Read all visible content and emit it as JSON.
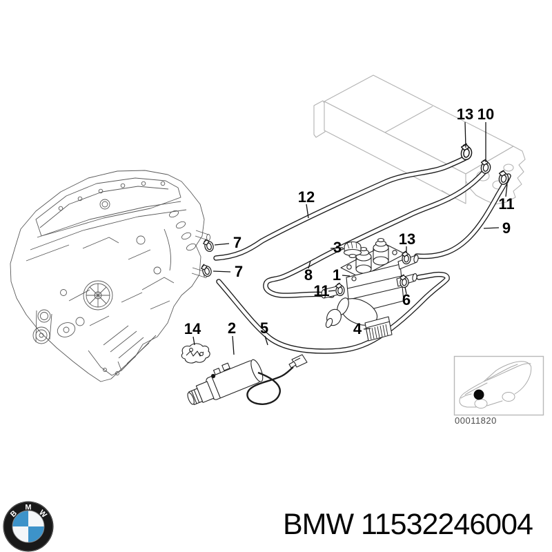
{
  "diagram": {
    "image_code": "00011820",
    "callouts": [
      {
        "label": "13"
      },
      {
        "label": "10"
      },
      {
        "label": "11"
      },
      {
        "label": "9"
      },
      {
        "label": "12"
      },
      {
        "label": "7"
      },
      {
        "label": "7"
      },
      {
        "label": "3"
      },
      {
        "label": "13"
      },
      {
        "label": "8"
      },
      {
        "label": "1"
      },
      {
        "label": "11"
      },
      {
        "label": "6"
      },
      {
        "label": "4"
      },
      {
        "label": "5"
      },
      {
        "label": "2"
      },
      {
        "label": "14"
      }
    ]
  },
  "footer": {
    "brand": "BMW",
    "part_number": "11532246004"
  },
  "logo": {
    "letters": [
      "B",
      "M",
      "W"
    ],
    "roundel_blue": "#3d93c9",
    "ring_color": "#191919"
  }
}
